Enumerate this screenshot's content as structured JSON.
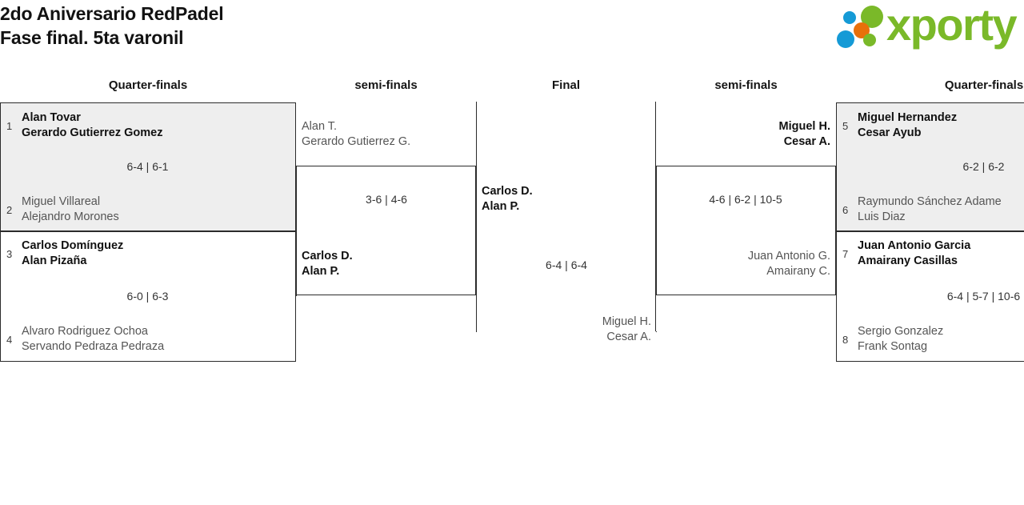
{
  "header": {
    "title_line_1": "2do Aniversario RedPadel",
    "title_line_2": "Fase final. 5ta varonil",
    "logo_text": "xporty",
    "logo_colors": {
      "green": "#7ab929",
      "blue": "#159ad6",
      "orange": "#e8700a"
    }
  },
  "rounds": {
    "qf_left_label": "Quarter-finals",
    "sf_left_label": "semi-finals",
    "final_label": "Final",
    "sf_right_label": "semi-finals",
    "qf_right_label": "Quarter-finals"
  },
  "matches": {
    "qf1": {
      "score": "6-4 | 6-1",
      "top": {
        "seed": "1",
        "player1": "Alan Tovar",
        "player2": "Gerardo Gutierrez Gomez",
        "result": "winner"
      },
      "bottom": {
        "seed": "2",
        "player1": "Miguel Villareal",
        "player2": "Alejandro Morones",
        "result": "loser"
      }
    },
    "qf2": {
      "score": "6-0 | 6-3",
      "top": {
        "seed": "3",
        "player1": "Carlos Domínguez",
        "player2": "Alan Pizaña",
        "result": "winner"
      },
      "bottom": {
        "seed": "4",
        "player1": "Alvaro Rodriguez Ochoa",
        "player2": "Servando Pedraza Pedraza",
        "result": "loser"
      }
    },
    "qf3": {
      "score": "6-2 | 6-2",
      "top": {
        "seed": "5",
        "player1": "Miguel Hernandez",
        "player2": "Cesar Ayub",
        "result": "winner"
      },
      "bottom": {
        "seed": "6",
        "player1": "Raymundo Sánchez Adame",
        "player2": "Luis Diaz",
        "result": "loser"
      }
    },
    "qf4": {
      "score": "6-4 | 5-7 | 10-6",
      "top": {
        "seed": "7",
        "player1": "Juan Antonio Garcia",
        "player2": "Amairany Casillas",
        "result": "winner"
      },
      "bottom": {
        "seed": "8",
        "player1": "Sergio Gonzalez",
        "player2": "Frank Sontag",
        "result": "loser"
      }
    },
    "sf1": {
      "score": "3-6 | 4-6",
      "top": {
        "player1": "Alan T.",
        "player2": "Gerardo Gutierrez G.",
        "result": "loser"
      },
      "bottom": {
        "player1": "Carlos D.",
        "player2": "Alan P.",
        "result": "winner"
      }
    },
    "sf2": {
      "score": "4-6 | 6-2 | 10-5",
      "top": {
        "player1": "Miguel H.",
        "player2": "Cesar A.",
        "result": "winner"
      },
      "bottom": {
        "player1": "Juan Antonio G.",
        "player2": "Amairany C.",
        "result": "loser"
      }
    },
    "final": {
      "score": "6-4 | 6-4",
      "top": {
        "player1": "Carlos D.",
        "player2": "Alan P.",
        "result": "winner"
      },
      "bottom": {
        "player1": "Miguel H.",
        "player2": "Cesar A.",
        "result": "loser"
      }
    }
  }
}
